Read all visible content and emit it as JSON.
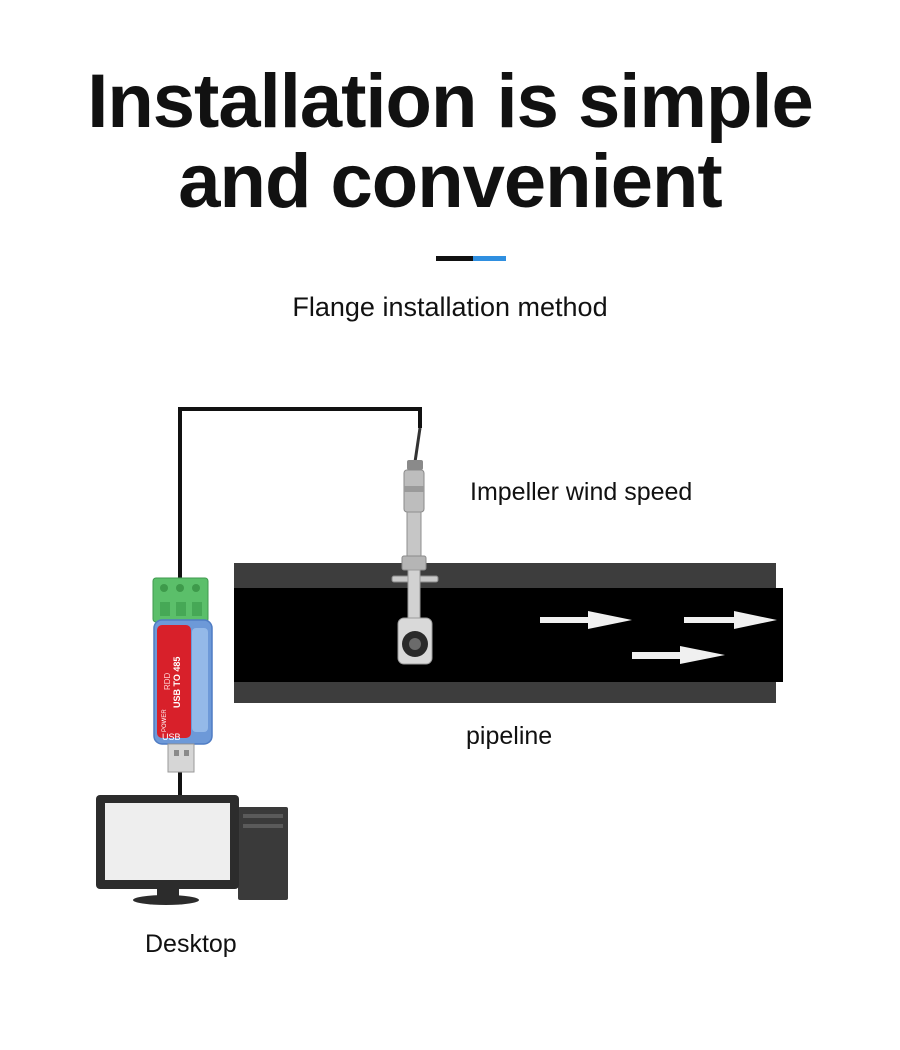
{
  "heading": {
    "line1": "Installation is simple",
    "line2": "and convenient"
  },
  "subtitle": "Flange installation method",
  "labels": {
    "sensor": "Impeller wind speed",
    "pipe": "pipeline",
    "computer": "Desktop"
  },
  "converter": {
    "brand": "RDD",
    "model": "USB TO 485",
    "power_label": "POWER",
    "usb_label": "USB"
  },
  "colors": {
    "accent_blue": "#2f8fe0",
    "terminal_green": "#5bbf6a",
    "converter_red": "#d8202a"
  }
}
